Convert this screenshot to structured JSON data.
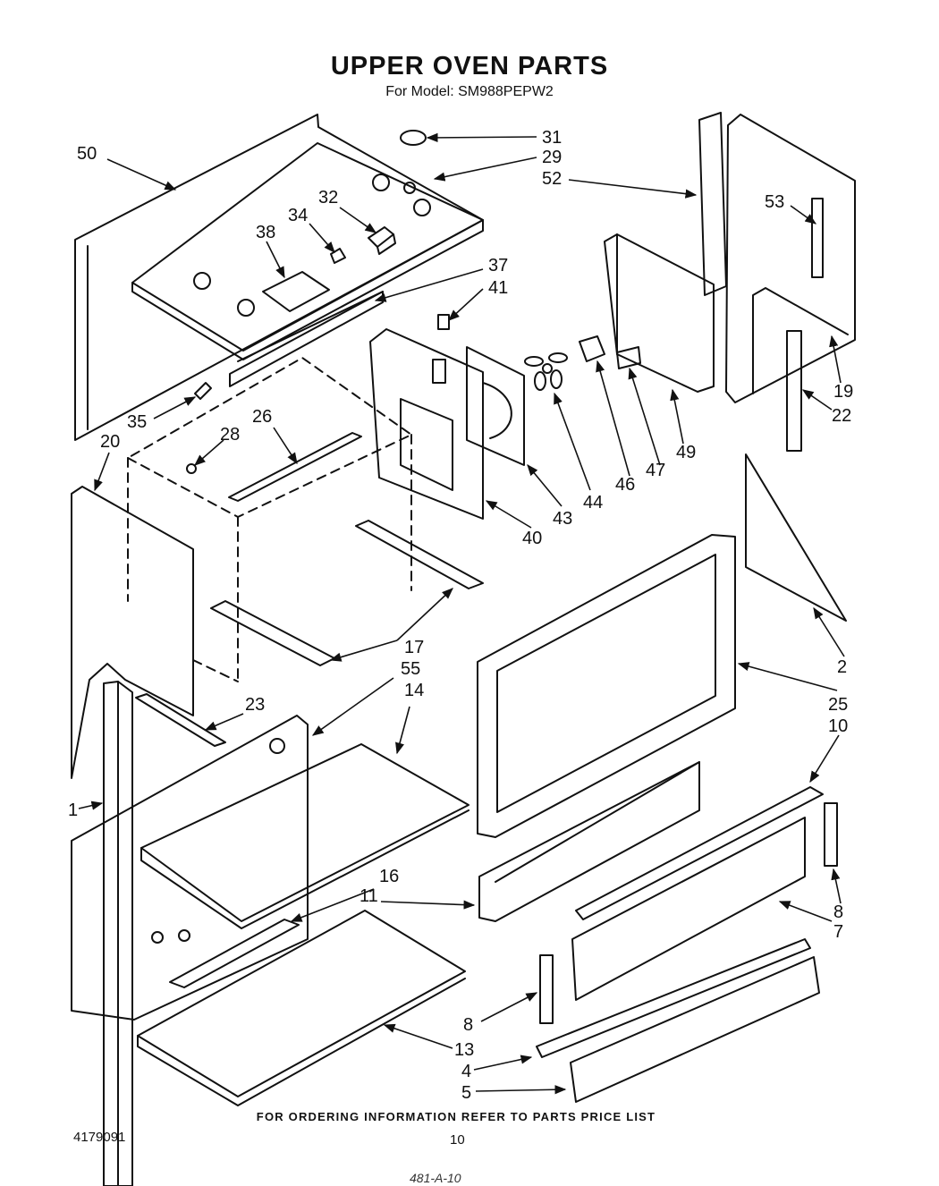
{
  "header": {
    "title": "UPPER OVEN PARTS",
    "subtitle": "For Model: SM988PEPW2"
  },
  "callouts": [
    {
      "id": "c50",
      "label": "50"
    },
    {
      "id": "c31",
      "label": "31"
    },
    {
      "id": "c29",
      "label": "29"
    },
    {
      "id": "c52",
      "label": "52"
    },
    {
      "id": "c32",
      "label": "32"
    },
    {
      "id": "c34",
      "label": "34"
    },
    {
      "id": "c38",
      "label": "38"
    },
    {
      "id": "c53",
      "label": "53"
    },
    {
      "id": "c37",
      "label": "37"
    },
    {
      "id": "c41",
      "label": "41"
    },
    {
      "id": "c35",
      "label": "35"
    },
    {
      "id": "c26",
      "label": "26"
    },
    {
      "id": "c28",
      "label": "28"
    },
    {
      "id": "c20",
      "label": "20"
    },
    {
      "id": "c19",
      "label": "19"
    },
    {
      "id": "c22",
      "label": "22"
    },
    {
      "id": "c49",
      "label": "49"
    },
    {
      "id": "c46",
      "label": "46"
    },
    {
      "id": "c47",
      "label": "47"
    },
    {
      "id": "c44",
      "label": "44"
    },
    {
      "id": "c43",
      "label": "43"
    },
    {
      "id": "c40",
      "label": "40"
    },
    {
      "id": "c17",
      "label": "17"
    },
    {
      "id": "c55",
      "label": "55"
    },
    {
      "id": "c14",
      "label": "14"
    },
    {
      "id": "c23",
      "label": "23"
    },
    {
      "id": "c2",
      "label": "2"
    },
    {
      "id": "c25",
      "label": "25"
    },
    {
      "id": "c10",
      "label": "10"
    },
    {
      "id": "c1",
      "label": "1"
    },
    {
      "id": "c16",
      "label": "16"
    },
    {
      "id": "c11",
      "label": "11"
    },
    {
      "id": "c8r",
      "label": "8"
    },
    {
      "id": "c7",
      "label": "7"
    },
    {
      "id": "c8l",
      "label": "8"
    },
    {
      "id": "c13",
      "label": "13"
    },
    {
      "id": "c4",
      "label": "4"
    },
    {
      "id": "c5",
      "label": "5"
    }
  ],
  "footer": {
    "ordering_note": "FOR ORDERING INFORMATION REFER TO PARTS PRICE LIST",
    "doc_number": "4179091",
    "page_number": "10",
    "handwritten_note": "481-A-10"
  }
}
